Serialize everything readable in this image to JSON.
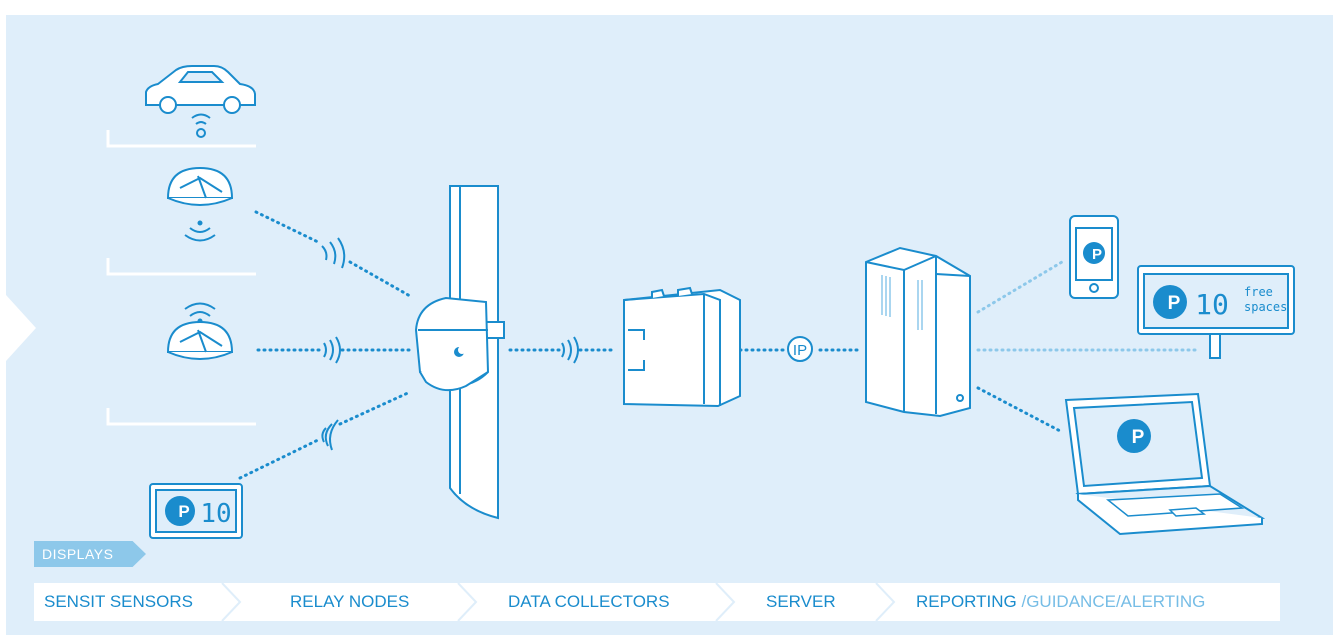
{
  "colors": {
    "background": "#dfeefa",
    "accent": "#1a8ccd",
    "accent_light": "#8dc8ea",
    "line": "#1a8ccd"
  },
  "displays_tag": "DISPLAYS",
  "steps": [
    {
      "label": "SENSIT SENSORS"
    },
    {
      "label": "RELAY NODES"
    },
    {
      "label": "DATA COLLECTORS"
    },
    {
      "label": "SERVER"
    },
    {
      "label": "REPORTING",
      "sub": " /GUIDANCE/ALERTING"
    }
  ],
  "ip_label": "IP",
  "small_display": {
    "count": "10"
  },
  "large_display": {
    "count": "10",
    "line1": "free",
    "line2": "spaces"
  },
  "icons": [
    "car-icon",
    "sensor-icon",
    "relay-node-icon",
    "data-collector-icon",
    "server-icon",
    "smartphone-icon",
    "laptop-icon",
    "parking-display-icon"
  ]
}
